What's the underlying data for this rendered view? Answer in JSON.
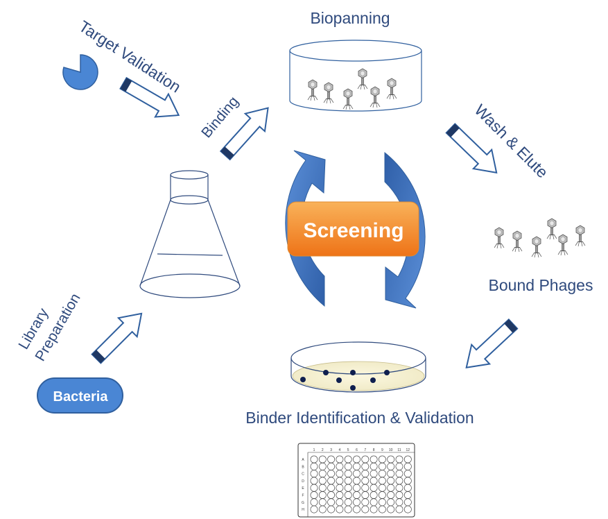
{
  "labels": {
    "biopanning": "Biopanning",
    "target_validation": "Target Validation",
    "binding": "Binding",
    "wash_elute": "Wash & Elute",
    "bound_phages": "Bound Phages",
    "library": "Library",
    "preparation": "Preparation",
    "binder_identification": "Binder Identification & Validation"
  },
  "center": {
    "label": "Screening"
  },
  "bacteria": {
    "label": "Bacteria"
  },
  "plate": {
    "columns": [
      "1",
      "2",
      "3",
      "4",
      "5",
      "6",
      "7",
      "8",
      "9",
      "10",
      "11",
      "12"
    ],
    "rows": [
      "A",
      "B",
      "C",
      "D",
      "E",
      "F",
      "G",
      "H"
    ]
  },
  "colors": {
    "text": "#2f4a7d",
    "arrow_outline": "#2f5f9e",
    "arrow_cap": "#1f3864",
    "cycle_arrow": "#4a7cc7",
    "screening_gradient_top": "#f9b25a",
    "screening_gradient_bottom": "#ee7317",
    "bacteria_fill": "#4a86d4",
    "pie_fill": "#4a86d4"
  }
}
